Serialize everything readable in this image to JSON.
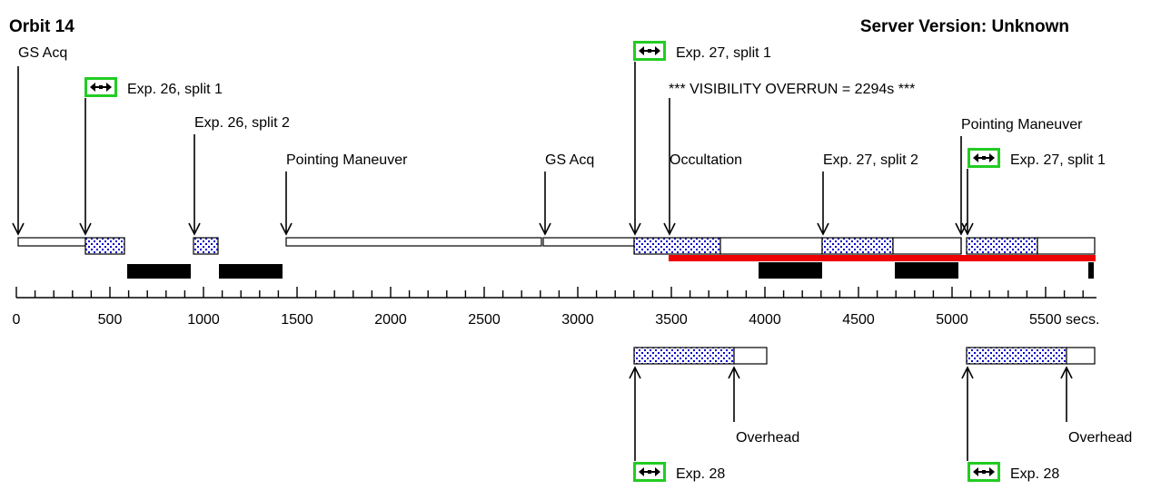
{
  "header": {
    "orbit_title": "Orbit 14",
    "server_version": "Server Version: Unknown"
  },
  "warning": "*** VISIBILITY OVERRUN = 2294s ***",
  "axis": {
    "ticks": [
      "0",
      "500",
      "1000",
      "1500",
      "2000",
      "2500",
      "3000",
      "3500",
      "4000",
      "4500",
      "5000",
      "5500 secs."
    ]
  },
  "labels": {
    "gs_acq_1": "GS Acq",
    "exp26_split1": "Exp. 26, split 1",
    "exp26_split2": "Exp. 26, split 2",
    "pointing_1": "Pointing Maneuver",
    "gs_acq_2": "GS Acq",
    "exp27_split1": "Exp. 27, split 1",
    "occultation": "Occultation",
    "exp27_split2": "Exp. 27, split 2",
    "pointing_2": "Pointing Maneuver",
    "exp27_split1_b": "Exp. 27, split 1",
    "overhead_1": "Overhead",
    "exp28_1": "Exp. 28",
    "overhead_2": "Overhead",
    "exp28_2": "Exp. 28"
  },
  "colors": {
    "overrun": "#ee0000",
    "exposure_dots": "#0000cc",
    "icon_border": "#22cc22"
  },
  "icons": {
    "expand": "double-arrow-icon"
  }
}
